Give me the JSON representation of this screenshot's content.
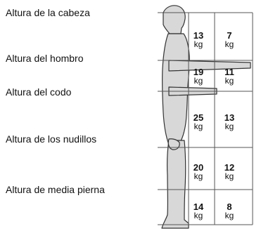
{
  "labels": {
    "head": "Altura de la cabeza",
    "shoulder": "Altura del hombro",
    "elbow": "Altura del codo",
    "knuckle": "Altura de los nudillos",
    "mid_leg": "Altura de media pierna"
  },
  "grid": {
    "rows": [
      {
        "near": "13",
        "far": "7"
      },
      {
        "near": "19",
        "far": "11"
      },
      {
        "near": "25",
        "far": "13"
      },
      {
        "near": "20",
        "far": "12"
      },
      {
        "near": "14",
        "far": "8"
      }
    ],
    "unit": "kg"
  },
  "colors": {
    "figure_fill": "#d8d8d8",
    "outline": "#333333",
    "grid_line": "#555555",
    "text": "#111111"
  }
}
